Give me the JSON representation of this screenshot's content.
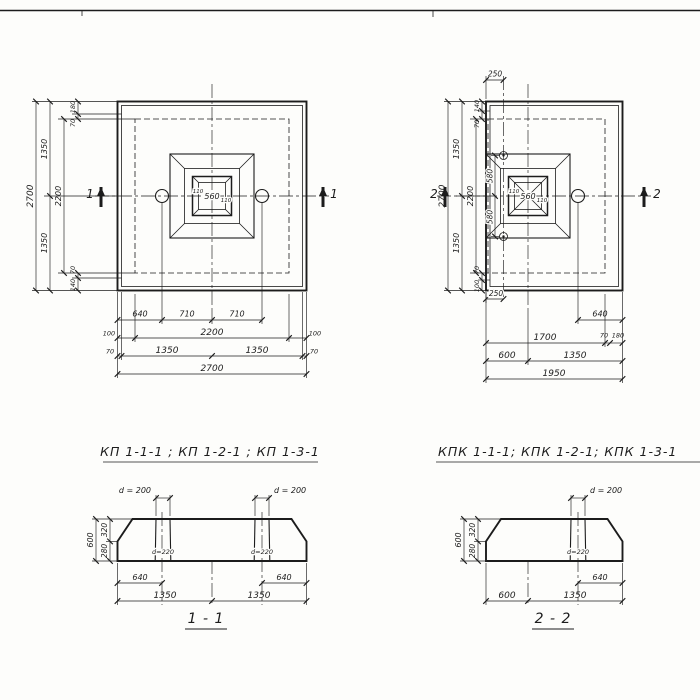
{
  "palette": {
    "ink": "#1c1c1c",
    "paper": "#fdfdfb"
  },
  "plan_kp": {
    "section_mark": "1",
    "dims": {
      "total_v": "2700",
      "half_top": "1350",
      "half_bottom": "1350",
      "inner_v": "2200",
      "edge_top_a": "180",
      "edge_top_b": "70",
      "edge_bot_a": "70",
      "edge_bot_b": "140",
      "row1_a": "640",
      "row1_b": "710",
      "row1_c": "710",
      "row2_a": "100",
      "row2_b": "2200",
      "row2_c": "100",
      "row3_a": "70",
      "row3_b": "1350",
      "row3_c": "1350",
      "row3_d": "70",
      "total_h": "2700",
      "socket_side_l": "110",
      "socket_w": "560",
      "socket_side_r": "110"
    }
  },
  "plan_kpk": {
    "section_mark": "2",
    "dims": {
      "total_v": "2700",
      "half_top": "1350",
      "half_bottom": "1350",
      "inner_v": "2200",
      "edge_top_a": "140",
      "edge_top_b": "70",
      "edge_bot_a": "70",
      "edge_bot_b": "100",
      "bolt_offset_top": "250",
      "bolt_offset_bottom": "250",
      "bolt_spacing_top": "580",
      "bolt_spacing_bottom": "580",
      "row1_a": "640",
      "row2_a": "1700",
      "row2_b": "70",
      "row2_c": "180",
      "row3_a": "600",
      "row3_b": "1350",
      "total_h": "1950",
      "socket_side_l": "110",
      "socket_w": "560",
      "socket_side_r": "110"
    }
  },
  "section_11": {
    "title": "КП 1-1-1 ; КП 1-2-1 ; КП 1-3-1",
    "label": "1 - 1",
    "dims": {
      "hole_top_l": "d = 200",
      "hole_top_r": "d = 200",
      "hole_bot_l": "d=220",
      "hole_bot_r": "d=220",
      "height": "600",
      "height_top": "320",
      "height_bot": "280",
      "off_l": "640",
      "off_r": "640",
      "span_l": "1350",
      "span_r": "1350"
    }
  },
  "section_22": {
    "title": "КПК 1-1-1; КПК 1-2-1; КПК 1-3-1",
    "label": "2 - 2",
    "dims": {
      "hole_top": "d = 200",
      "hole_bot": "d=220",
      "height": "600",
      "height_top": "320",
      "height_bot": "280",
      "off_r": "640",
      "span_a": "600",
      "span_b": "1350"
    }
  }
}
